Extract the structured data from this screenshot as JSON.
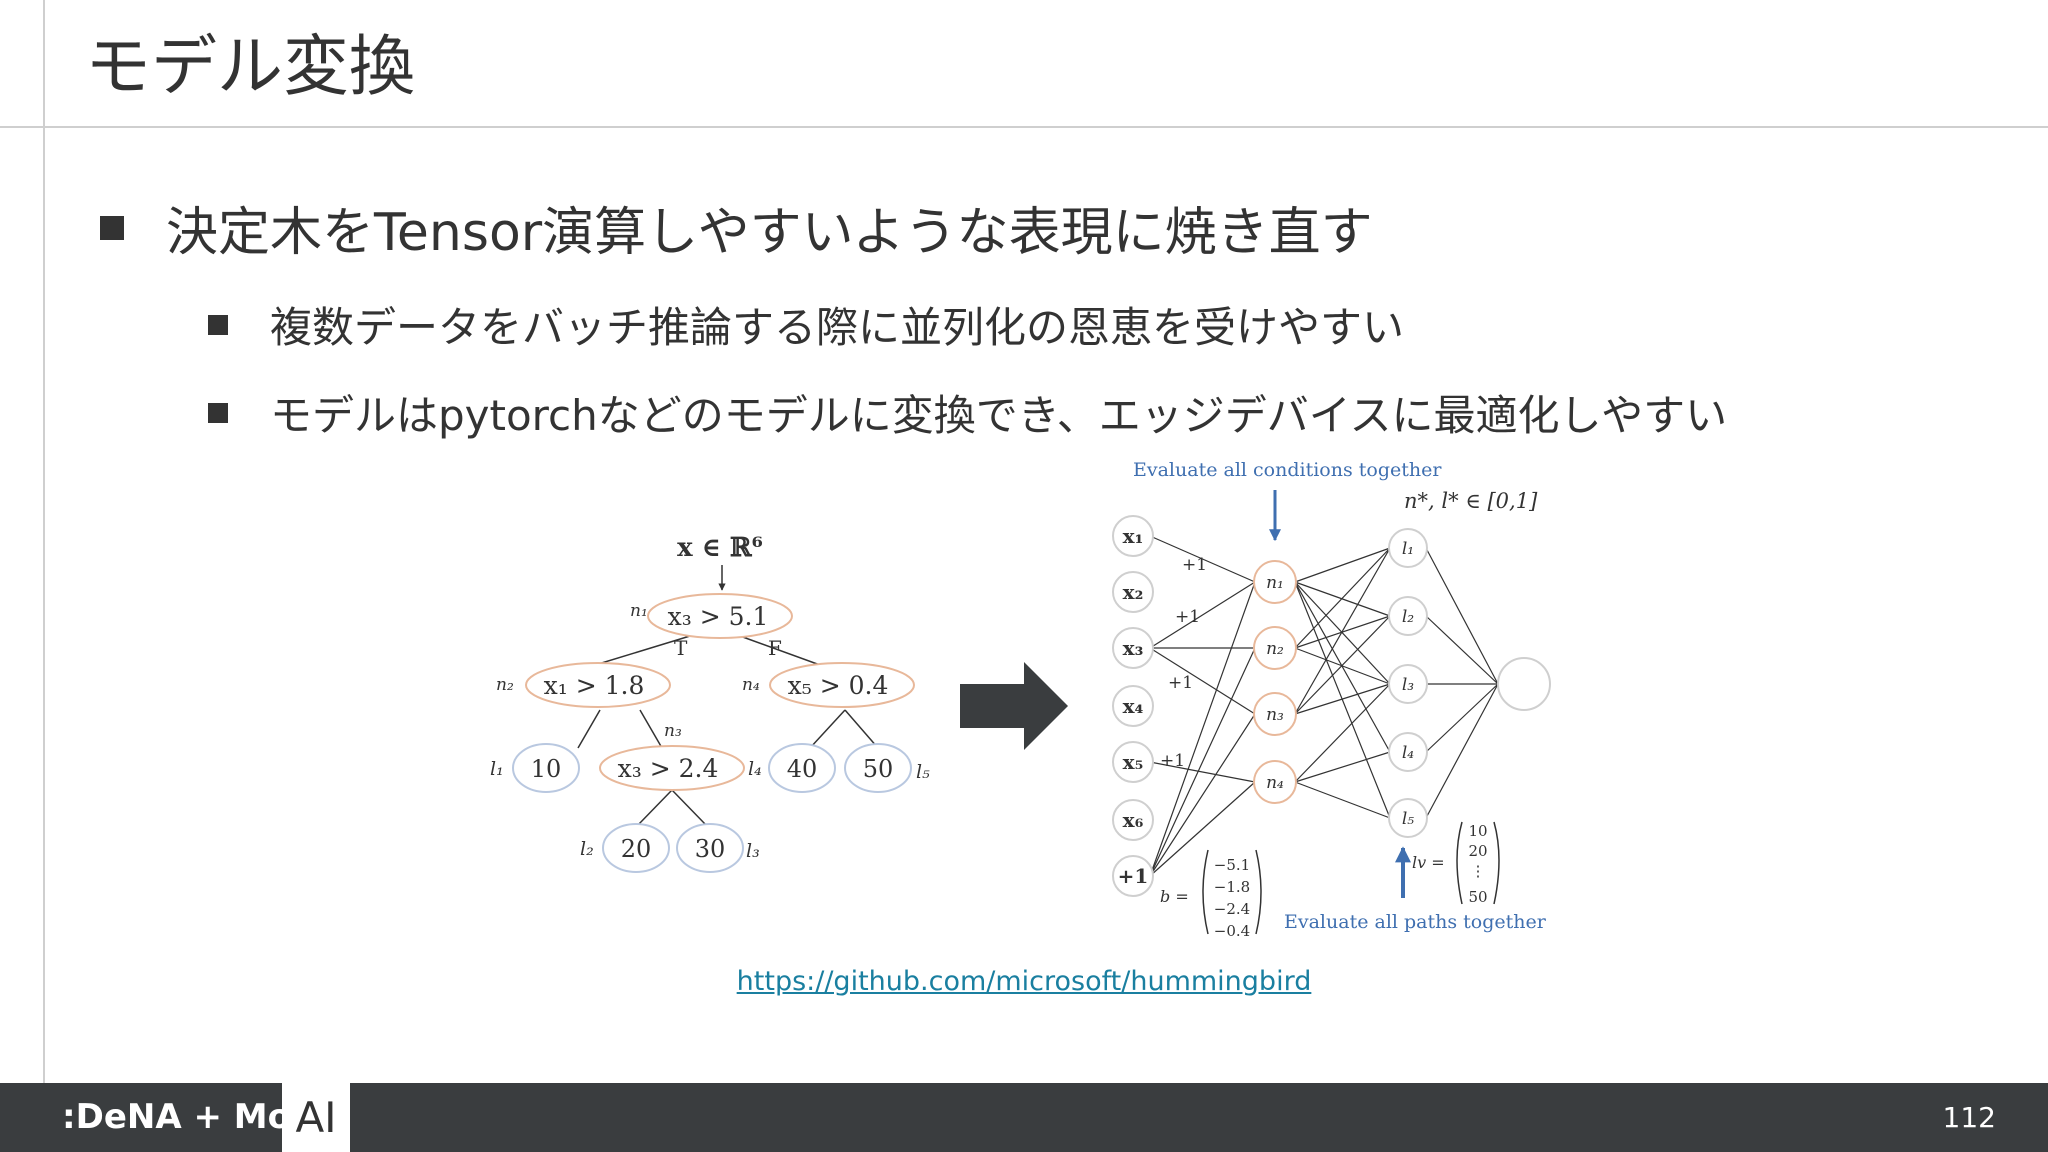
{
  "slide": {
    "title": "モデル変換",
    "bullets": {
      "l1": "決定木をTensor演算しやすいような表現に焼き直す",
      "l2a": "複数データをバッチ推論する際に並列化の恩恵を受けやすい",
      "l2b": "モデルはpytorchなどのモデルに変換でき、エッジデバイスに最適化しやすい"
    },
    "link": "https://github.com/microsoft/hummingbird",
    "page_number": "112"
  },
  "footer": {
    "logo_text": ":DeNA + MoT",
    "ai_label": "AI"
  },
  "figure": {
    "tree": {
      "root_input": "x ∈ ℝ⁶",
      "n1": "x₃ > 5.1",
      "n1_label": "n₁",
      "t_label": "T",
      "f_label": "F",
      "n2": "x₁ > 1.8",
      "n2_label": "n₂",
      "n4": "x₅ > 0.4",
      "n4_label": "n₄",
      "n3": "x₃ > 2.4",
      "n3_label": "n₃",
      "leaves": [
        "10",
        "40",
        "50",
        "20",
        "30"
      ],
      "leaf_labels": [
        "l₁",
        "l₄",
        "l₅",
        "l₂",
        "l₃"
      ]
    },
    "network": {
      "top_caption": "Evaluate all conditions together",
      "bottom_caption": "Evaluate all paths together",
      "range_label": "n*, l* ∈ [0,1]",
      "inputs": [
        "x₁",
        "x₂",
        "x₃",
        "x₄",
        "x₅",
        "x₆",
        "+1"
      ],
      "conditions": [
        "n₁",
        "n₂",
        "n₃",
        "n₄"
      ],
      "paths": [
        "l₁",
        "l₂",
        "l₃",
        "l₄",
        "l₅"
      ],
      "edge_labels": [
        "+1",
        "+1",
        "+1",
        "+1"
      ],
      "b_label": "b =",
      "b_values": [
        "−5.1",
        "−1.8",
        "−2.4",
        "−0.4"
      ],
      "lv_label": "lv =",
      "lv_values": [
        "10",
        "20",
        "⋮",
        "50"
      ]
    },
    "colors": {
      "condition": "#e8b89a",
      "leaf": "#b9c8e0",
      "caption": "#3f6fb0",
      "arrow": "#3a3d3f"
    }
  }
}
